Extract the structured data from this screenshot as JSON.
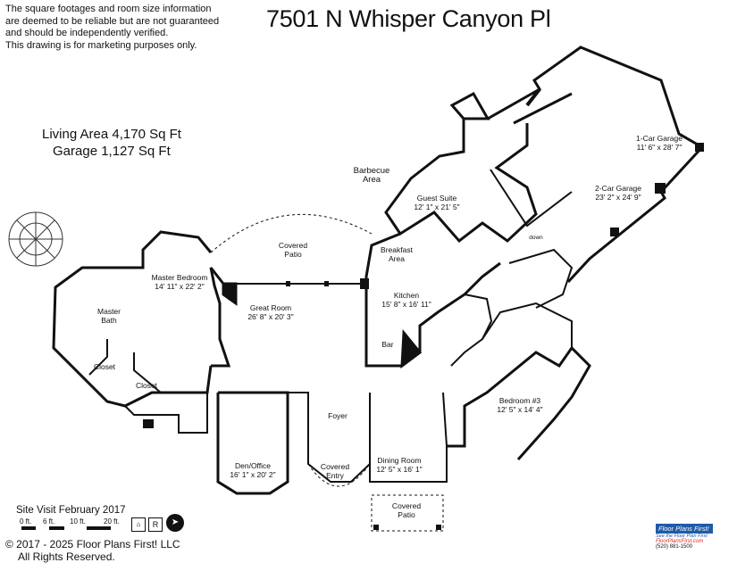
{
  "header": {
    "disclaimer": "The square footages and room size information\nare deemed to be reliable but are not guaranteed\nand should be independently verified.\nThis drawing is for marketing purposes only.",
    "address": "7501 N Whisper Canyon Pl"
  },
  "areas": {
    "living": "Living Area 4,170 Sq Ft",
    "garage": "Garage 1,127 Sq Ft"
  },
  "rooms": {
    "barbecue": "Barbecue\nArea",
    "covered_patio": "Covered\nPatio",
    "master_bedroom": {
      "name": "Master Bedroom",
      "dim": "14' 11\" x 22' 2\""
    },
    "great_room": {
      "name": "Great Room",
      "dim": "26' 8\" x 20' 3\""
    },
    "master_bath": "Master\nBath",
    "closet_1": "Closet",
    "closet_2": "Closet",
    "guest_suite": {
      "name": "Guest Suite",
      "dim": "12' 1\" x 21' 5\""
    },
    "breakfast": "Breakfast\nArea",
    "kitchen": {
      "name": "Kitchen",
      "dim": "15' 8\" x 16' 11\""
    },
    "bar": "Bar",
    "garage_1": {
      "name": "1-Car Garage",
      "dim": "11' 6\" x 28' 7\""
    },
    "garage_2": {
      "name": "2-Car Garage",
      "dim": "23' 2\" x 24' 9\""
    },
    "down": "down",
    "foyer": "Foyer",
    "den": {
      "name": "Den/Office",
      "dim": "16' 1\" x 20' 2\""
    },
    "covered_entry": "Covered\nEntry",
    "dining": {
      "name": "Dining Room",
      "dim": "12' 5\" x 16' 1\""
    },
    "bedroom3": {
      "name": "Bedroom #3",
      "dim": "12' 5\" x 14' 4\""
    },
    "front_patio": "Covered\nPatio"
  },
  "footer": {
    "site_visit": "Site Visit February 2017",
    "scale": [
      "0 ft.",
      "6 ft.",
      "10 ft.",
      "20 ft."
    ],
    "copyright_line1": "© 2017 - 2025 Floor Plans First! LLC",
    "copyright_line2": "All Rights Reserved.",
    "logo_brand": "Floor Plans First!",
    "logo_tagline": "See the Floor Plan First",
    "logo_url": "FloorPlansFirst.com",
    "logo_phone": "(520) 881-1500"
  },
  "colors": {
    "wall": "#111111",
    "logo_blue": "#1f5aa8",
    "logo_red": "#d62a2a"
  }
}
